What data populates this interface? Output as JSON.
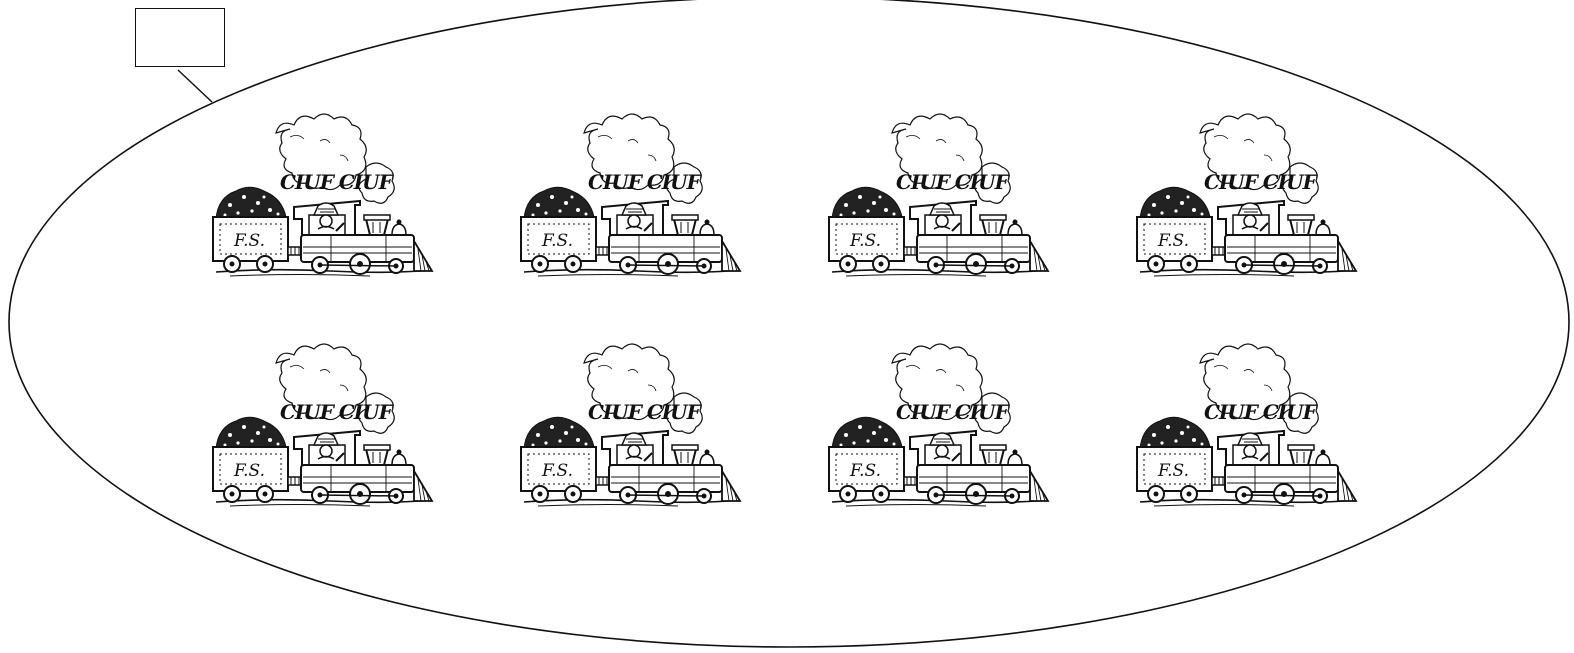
{
  "answer_box": {
    "value": ""
  },
  "set": {
    "train_count": 8,
    "rows": 2,
    "columns": 4
  },
  "train": {
    "sound_text": "CIUF CIUF",
    "wagon_initials": "F.S.",
    "line_color": "#111111",
    "fill_color": "#ffffff"
  }
}
